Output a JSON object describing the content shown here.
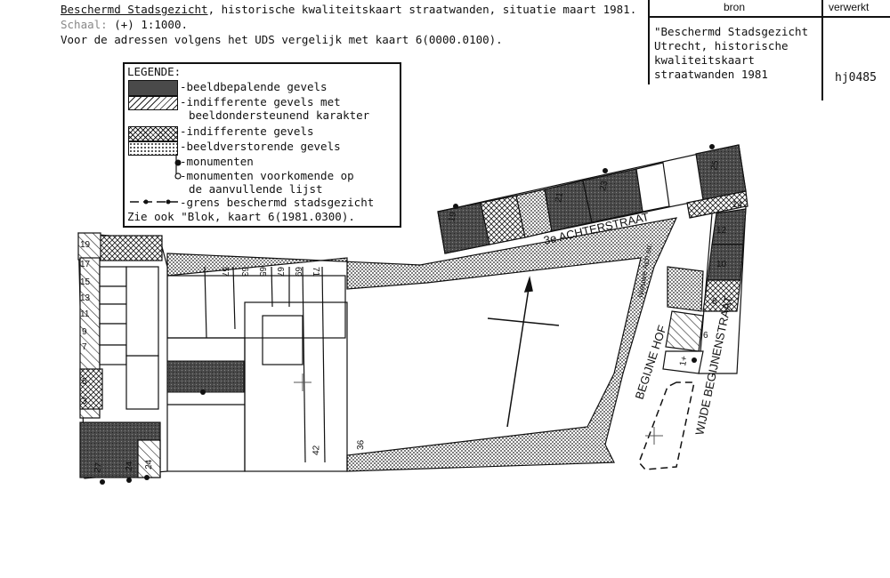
{
  "header": {
    "title_underlined": "Beschermd Stadsgezicht",
    "title_rest": ", historische kwaliteitskaart straatwanden, situatie maart 1981.",
    "scale_label": "Schaal:",
    "scale_symbol": "(+)",
    "scale_value": "1:1000.",
    "note": "Voor de adressen volgens het UDS vergelijk met kaart 6(0000.0100)."
  },
  "info": {
    "bron_header": "bron",
    "verwerkt_header": "verwerkt",
    "source_text": "\"Beschermd Stadsgezicht\nUtrecht, historische\nkwaliteitskaart\nstraatwanden 1981",
    "code": "hj0485"
  },
  "legend": {
    "title": "LEGENDE:",
    "items": [
      "-beeldbepalende gevels",
      "-indifferente gevels met",
      "beeldondersteunend karakter",
      "-indifferente gevels",
      "-beeldverstorende gevels",
      "-monumenten",
      "-monumenten voorkomende op",
      "de aanvullende lijst",
      "-grens beschermd stadsgezicht"
    ],
    "footer": "Zie ook \"Blok, kaart 6(1981.0300)."
  },
  "map": {
    "streets": {
      "achterstraat": "3e ACHTERSTRAAT",
      "begijnehof": "BEGIJNE HOF",
      "wijde_begijnenstraat": "WIJDE BEGIJNENSTRAAT",
      "north_label": "Nieuwe Ach.str."
    },
    "house_numbers": {
      "top_right": [
        "19",
        "21",
        "23",
        "25"
      ],
      "right_column": [
        "14",
        "12",
        "10",
        "8",
        "6",
        "1+"
      ],
      "left_column": [
        "19",
        "17",
        "15",
        "13",
        "11",
        "9",
        "7",
        "5",
        "3"
      ],
      "bottom": [
        "27",
        "24",
        "24",
        "42",
        "36"
      ],
      "top_middle": [
        "57",
        "63",
        "65",
        "67",
        "69",
        "71"
      ]
    }
  }
}
